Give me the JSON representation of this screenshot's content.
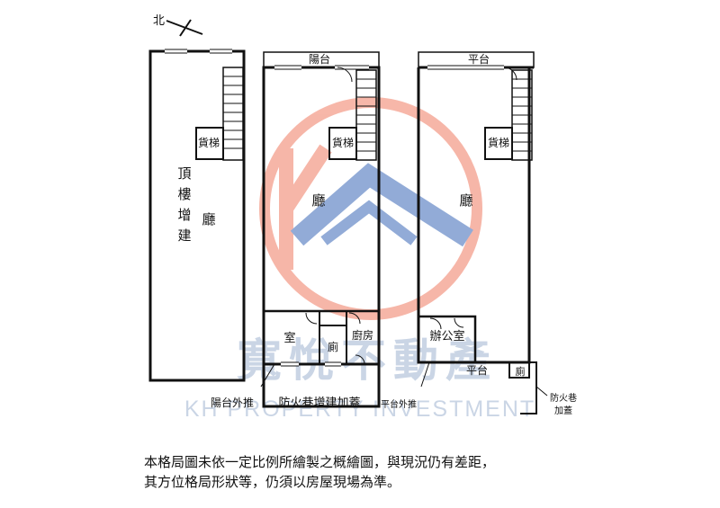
{
  "compass": {
    "label": "北"
  },
  "plans": {
    "left": {
      "elevator": "貨梯",
      "room_vertical": [
        "頂",
        "樓",
        "增",
        "建"
      ],
      "hall": "廳"
    },
    "middle": {
      "balcony": "陽台",
      "elevator": "貨梯",
      "hall": "廳",
      "room": "室",
      "toilet": "廁",
      "kitchen": "廚房",
      "fire_lane": "防火巷增建加蓋",
      "balcony_push": "陽台外推"
    },
    "right": {
      "platform": "平台",
      "elevator": "貨梯",
      "hall": "廳",
      "office": "辦公室",
      "platform_lower": "平台",
      "toilet": "廁",
      "platform_push": "平台外推",
      "fire_lane_line1": "防火巷",
      "fire_lane_line2": "加蓋"
    }
  },
  "watermark": {
    "chinese": "寬悅不動產",
    "english": "KH PROPERTY INVESTMENT"
  },
  "disclaimer": {
    "line1": "本格局圖未依一定比例所繪製之概繪圖，與現況仍有差距，",
    "line2": "其方位格局形狀等，仍須以房屋現場為準。"
  },
  "colors": {
    "watermark_circle": "#f07b62",
    "watermark_roof": "#3a68b8",
    "watermark_text": "#9fb3d1",
    "wall": "#111111"
  }
}
